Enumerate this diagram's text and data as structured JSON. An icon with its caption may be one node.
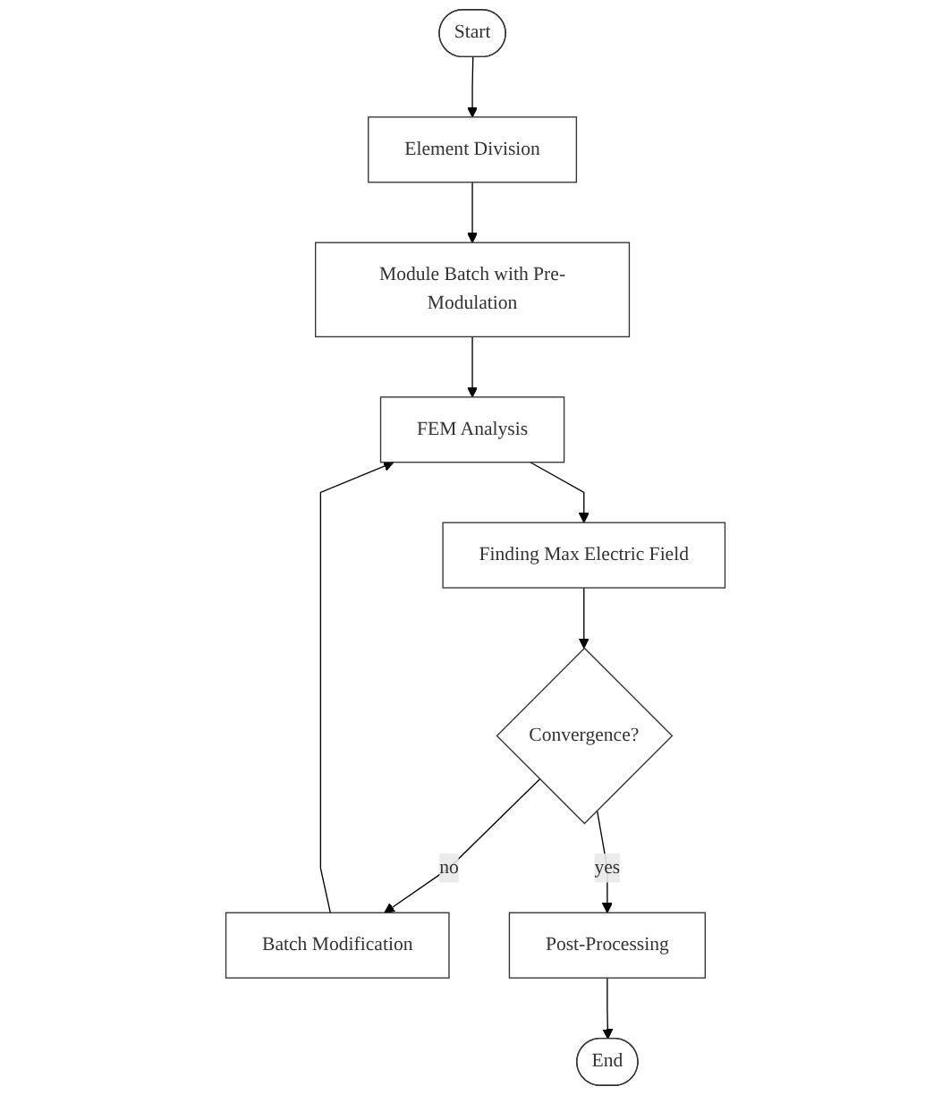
{
  "diagram": {
    "nodes": [
      {
        "text": [
          "Start"
        ]
      },
      {
        "text": [
          "Element Division"
        ]
      },
      {
        "text": [
          "Module Batch with Pre-Modulation"
        ]
      },
      {
        "text": [
          "FEM Analysis"
        ]
      },
      {
        "text": [
          "Finding Max Electric Field"
        ]
      },
      {
        "text": [
          "Convergence?"
        ]
      },
      {
        "text": [
          "Batch Modification"
        ]
      },
      {
        "text": [
          "Post-Processing"
        ]
      },
      {
        "text": [
          "End"
        ]
      }
    ],
    "edges": [
      {
        "from": 0,
        "to": 1,
        "arrow": "to"
      },
      {
        "from": 1,
        "to": 2,
        "arrow": "to"
      },
      {
        "from": 2,
        "to": 3,
        "arrow": "to"
      },
      {
        "from": 3,
        "to": 4,
        "arrow": "to"
      },
      {
        "from": 4,
        "to": 5,
        "arrow": "to"
      },
      {
        "from": 5,
        "to": 6,
        "arrow": "to",
        "label": "no"
      },
      {
        "from": 6,
        "to": 3,
        "arrow": "to"
      },
      {
        "from": 5,
        "to": 7,
        "arrow": "to",
        "label": "yes"
      },
      {
        "from": 7,
        "to": 8,
        "arrow": "to"
      }
    ]
  }
}
